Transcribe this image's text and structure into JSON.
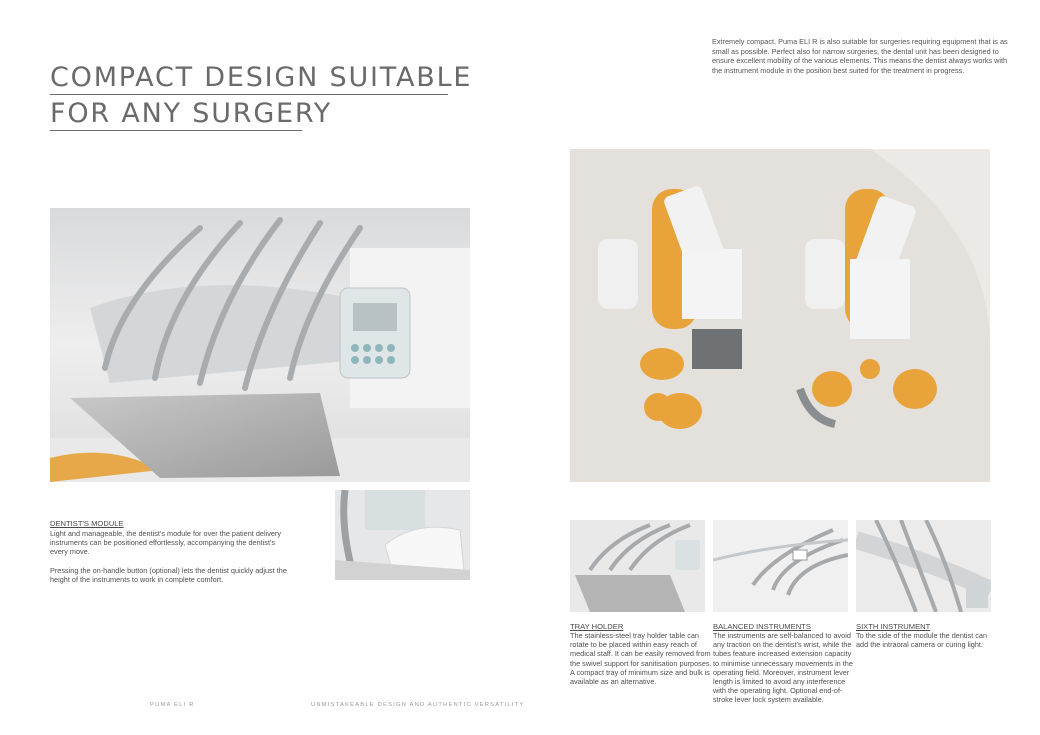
{
  "heading": {
    "line1": "COMPACT DESIGN SUITABLE",
    "line2": "FOR ANY SURGERY"
  },
  "intro": "Extremely compact, Puma ELI R is also suitable for surgeries requiring equipment that is as small as possible. Perfect also for narrow surgeries, the dental unit has been designed to ensure excellent mobility of the various elements. This means the dentist always works with the instrument module in the position best suited for the treatment in progress.",
  "dentists_module": {
    "title": "DENTIST'S MODULE",
    "para1": "Light and manageable, the dentist's module for over the patient delivery instruments can be positioned effortlessly, accompanying the dentist's every move.",
    "para2": "Pressing the on-handle button (optional) lets the dentist quickly adjust the height of the instruments to work in complete comfort."
  },
  "tray_holder": {
    "title": "TRAY HOLDER",
    "text": "The stainless-steel tray holder table can rotate to be placed within easy reach of medical staff. It can be easily removed from the swivel support for sanitisation purposes. A compact tray of minimum size and bulk is available as an alternative."
  },
  "balanced_instruments": {
    "title": "BALANCED INSTRUMENTS",
    "text": "The instruments are self-balanced to avoid any traction on the dentist's wrist, while the tubes feature increased extension capacity to minimise unnecessary movements in the operating field. Moreover, instrument lever length is limited to avoid any interference with the operating light. Optional end-of-stroke lever lock system available."
  },
  "sixth_instrument": {
    "title": "SIXTH INSTRUMENT",
    "text": "To the side of the module the dentist can add the intraoral camera or curing light."
  },
  "footer": {
    "left": "PUMA ELI R",
    "center": "UNMISTAKEABLE DESIGN AND AUTHENTIC VERSATILITY"
  },
  "colors": {
    "heading": "#6a6a6a",
    "orange_upholstery": "#e8a33b",
    "background_wall": "#e4e0dc"
  }
}
